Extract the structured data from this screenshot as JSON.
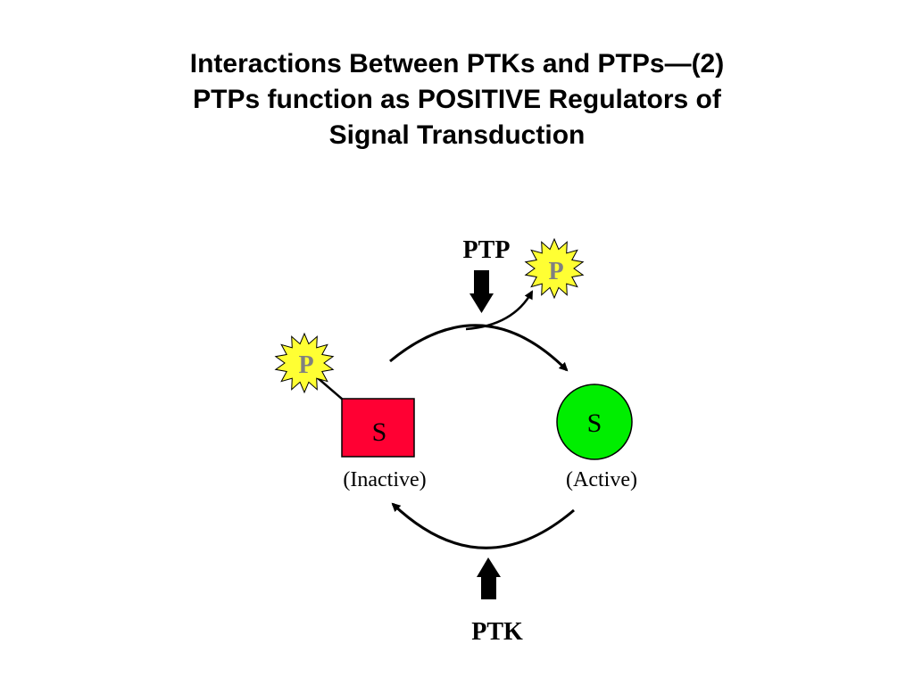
{
  "title": {
    "line1": "Interactions Between PTKs and PTPs—(2)",
    "line2": "PTPs function as POSITIVE Regulators of",
    "line3": "Signal Transduction"
  },
  "diagram": {
    "ptp_label": "PTP",
    "ptk_label": "PTK",
    "phosphate_label": "P",
    "substrate_label": "S",
    "inactive_label": "(Inactive)",
    "active_label": "(Active)"
  },
  "colors": {
    "inactive_fill": "#ff0033",
    "active_fill": "#00ee00",
    "phosphate_fill": "#ffff33",
    "phosphate_text": "#808080",
    "stroke": "#000000"
  }
}
